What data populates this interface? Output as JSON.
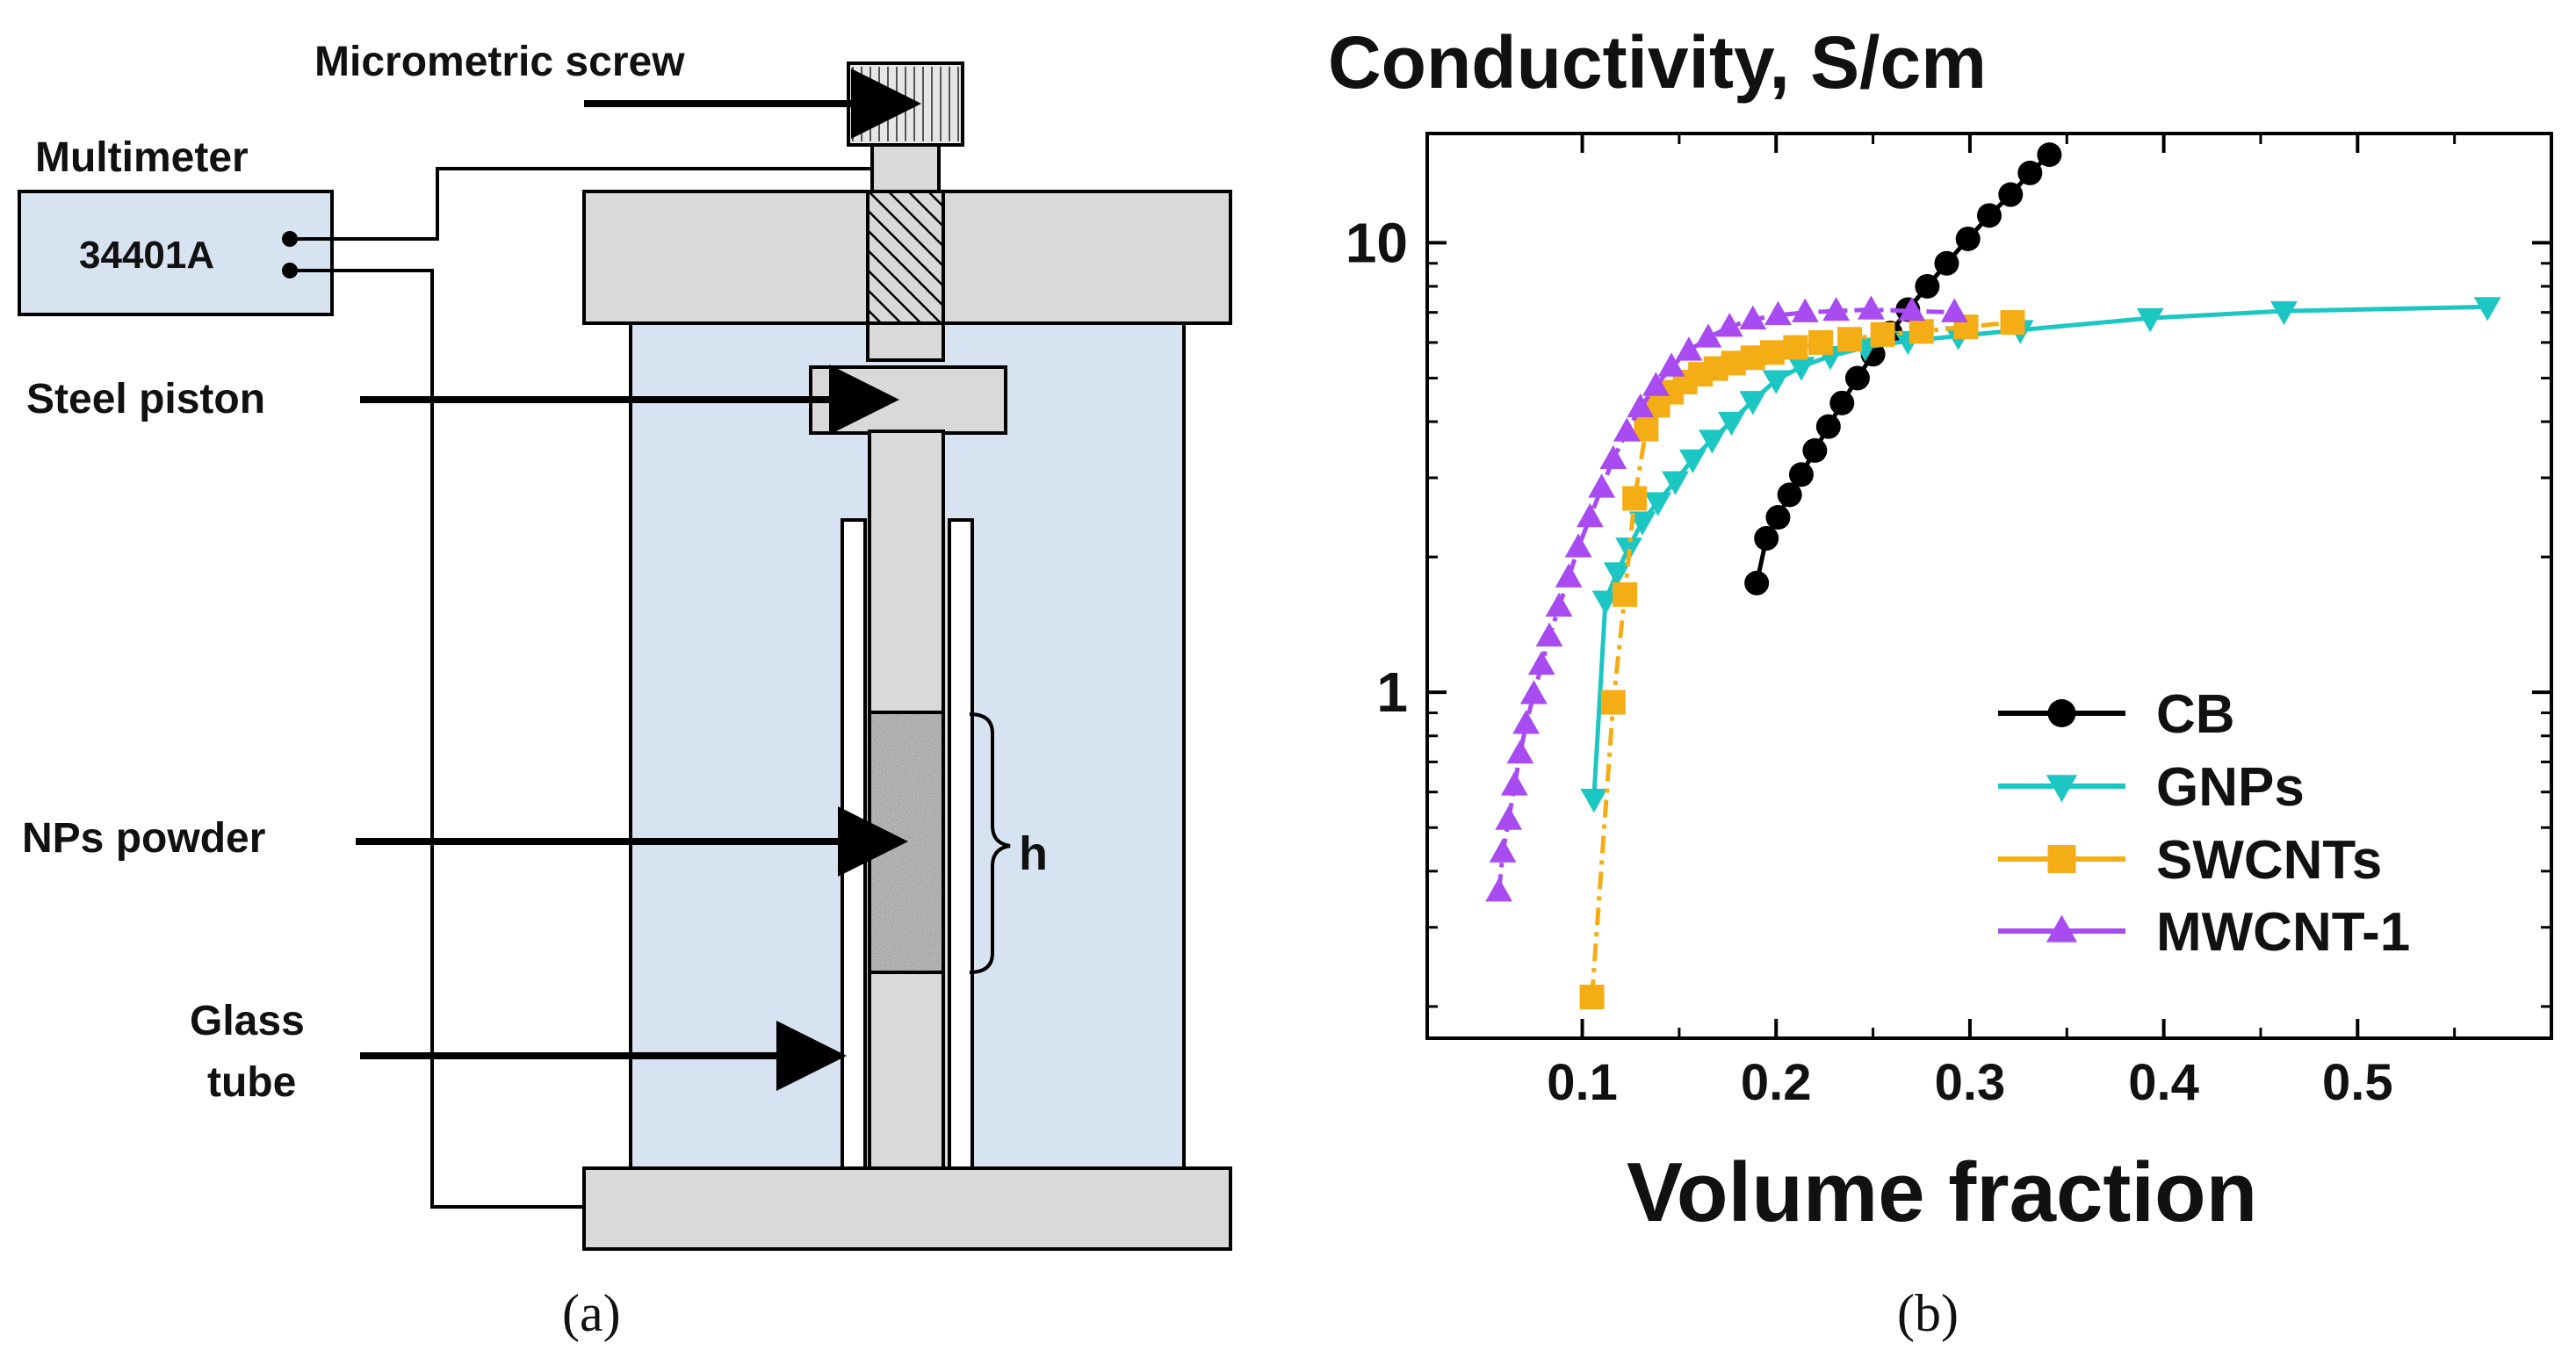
{
  "colors": {
    "cb": "#000000",
    "gnps": "#1cc6c2",
    "swcnts": "#f5ad16",
    "mwcnt": "#a84bf0",
    "cell_fill": "#d8e3f1",
    "steel_fill": "#d9d9d9"
  },
  "panel_a": {
    "caption": "(a)",
    "labels": {
      "micrometric_screw": "Micrometric screw",
      "multimeter": "Multimeter",
      "multimeter_model": "34401A",
      "steel_piston": "Steel piston",
      "nps_powder": "NPs powder",
      "glass": "Glass",
      "tube": "tube",
      "h": "h"
    }
  },
  "panel_b": {
    "caption": "(b)"
  },
  "chart_data": {
    "type": "scatter",
    "title": "Conductivity, S/cm",
    "xlabel": "Volume fraction",
    "ylabel": "",
    "xscale": "linear",
    "yscale": "log",
    "xlim": [
      0.02,
      0.6
    ],
    "ylim": [
      0.17,
      17.5
    ],
    "xticks": [
      "0.1",
      "0.2",
      "0.3",
      "0.4",
      "0.5"
    ],
    "yticks": [
      "1",
      "10"
    ],
    "grid": false,
    "legend_position": "bottom-right",
    "series": [
      {
        "name": "CB",
        "marker": "circle",
        "color": "#000000",
        "x": [
          0.19,
          0.195,
          0.201,
          0.207,
          0.213,
          0.22,
          0.227,
          0.234,
          0.242,
          0.25,
          0.259,
          0.268,
          0.278,
          0.288,
          0.299,
          0.31,
          0.321,
          0.331,
          0.341
        ],
        "y": [
          1.75,
          2.2,
          2.45,
          2.75,
          3.05,
          3.45,
          3.9,
          4.4,
          5.0,
          5.65,
          6.3,
          7.1,
          8.0,
          9.0,
          10.2,
          11.5,
          12.8,
          14.3,
          15.7
        ]
      },
      {
        "name": "GNPs",
        "marker": "triangle-down",
        "color": "#1cc6c2",
        "x": [
          0.106,
          0.112,
          0.118,
          0.124,
          0.131,
          0.139,
          0.148,
          0.157,
          0.167,
          0.177,
          0.188,
          0.2,
          0.213,
          0.228,
          0.246,
          0.268,
          0.294,
          0.326,
          0.393,
          0.462,
          0.567
        ],
        "y": [
          0.58,
          1.6,
          1.85,
          2.1,
          2.4,
          2.65,
          2.95,
          3.3,
          3.65,
          4.0,
          4.45,
          4.95,
          5.3,
          5.6,
          5.85,
          6.05,
          6.2,
          6.4,
          6.8,
          7.05,
          7.2
        ]
      },
      {
        "name": "SWCNTs",
        "marker": "square",
        "color": "#f5ad16",
        "x": [
          0.105,
          0.116,
          0.122,
          0.127,
          0.133,
          0.139,
          0.146,
          0.153,
          0.161,
          0.169,
          0.178,
          0.188,
          0.198,
          0.21,
          0.223,
          0.238,
          0.255,
          0.275,
          0.298,
          0.322
        ],
        "y": [
          0.21,
          0.95,
          1.65,
          2.7,
          3.85,
          4.35,
          4.65,
          4.9,
          5.1,
          5.25,
          5.4,
          5.55,
          5.7,
          5.85,
          6.0,
          6.1,
          6.25,
          6.35,
          6.5,
          6.65
        ]
      },
      {
        "name": "MWCNT-1",
        "marker": "triangle-up",
        "color": "#a84bf0",
        "x": [
          0.057,
          0.059,
          0.062,
          0.065,
          0.068,
          0.071,
          0.075,
          0.079,
          0.083,
          0.088,
          0.093,
          0.098,
          0.104,
          0.11,
          0.116,
          0.123,
          0.13,
          0.138,
          0.146,
          0.155,
          0.165,
          0.176,
          0.188,
          0.201,
          0.215,
          0.231,
          0.249,
          0.27,
          0.292
        ],
        "y": [
          0.36,
          0.44,
          0.52,
          0.62,
          0.73,
          0.85,
          0.99,
          1.15,
          1.33,
          1.55,
          1.8,
          2.1,
          2.45,
          2.85,
          3.3,
          3.8,
          4.3,
          4.8,
          5.3,
          5.75,
          6.15,
          6.5,
          6.75,
          6.9,
          7.0,
          7.05,
          7.1,
          7.05,
          7.0
        ]
      }
    ]
  }
}
